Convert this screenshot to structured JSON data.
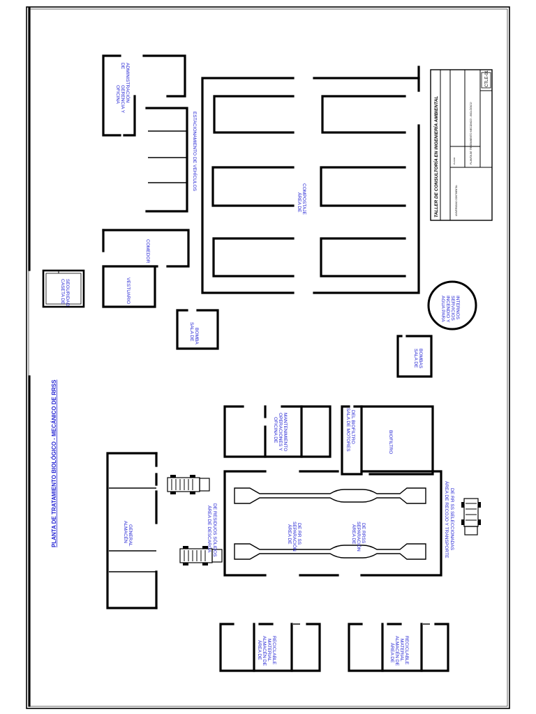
{
  "plan": {
    "title": "PLANTA DE TRATAMIENTO BIOLÓGICO - MECÁNICO DE RRSS",
    "rooms": {
      "oficina_gerencia": [
        "OFICINA",
        "GERENCIA Y",
        "ADMINISTRACIÓN",
        "DE"
      ],
      "estacionamiento": "ESTACIONAMIENTO DE VEHÍCULOS",
      "compostaje": [
        "ÁREA DE",
        "COMPOSTAJE"
      ],
      "comedor": "COMEDOR",
      "vestuario": "VESTUARIO",
      "caseta": [
        "CASETA DE",
        "SEGURIDAD"
      ],
      "sala_bomba": [
        "SALA DE",
        "BOMBA"
      ],
      "agua": [
        "AGUA PARA",
        "INCENDIO Y",
        "SERVICIOS",
        "INTERNOS"
      ],
      "sala_bombas": [
        "SALA DE",
        "BOMBAS"
      ],
      "oficina_operaciones": [
        "OFICINA DE",
        "OPERACIONES Y",
        "MANTENIMIENTO"
      ],
      "sala_motores": [
        "SALA DE MOTORES",
        "DEL BIOFILTRO"
      ],
      "biofiltro": "BIOFILTRO",
      "almacen_general": [
        "ALMACÉN",
        "GENERAL"
      ],
      "descarga": [
        "ÁREA DE DESCARGA",
        "DE RESIDUOS SÓLIDOS"
      ],
      "separacion_rrss": [
        "ÁREA DE",
        "SEPARACIÓN",
        "DE RR SS"
      ],
      "separacion_rrss2": [
        "ÁREA DE",
        "SEPARACIÓN",
        "DE RRSS"
      ],
      "recojo": [
        "ÁREA DE RECOJO Y TRANSPORTE",
        "DE RR SS SELECCIONADAS"
      ],
      "almacen_rec_1": [
        "ÁREA DE",
        "ALMACÉN DE",
        "MATERIAL",
        "RECICLABLE"
      ],
      "almacen_rec_2": [
        "ÁREA DE",
        "ALMACÉN DE",
        "MATERIAL",
        "RECICLABLE"
      ]
    }
  },
  "title_block": {
    "heading": "TALLER DE CONSULTORÍA EN INGENIERÍA AMBIENTAL",
    "university": "UNIVERSIDAD CONTINENTAL",
    "plano_label": "PLANO:",
    "plano_value": "PLANTA DE TRATAMIENTO MECÁNICO - BIOLÓGICO",
    "code": "CTLE-01"
  }
}
